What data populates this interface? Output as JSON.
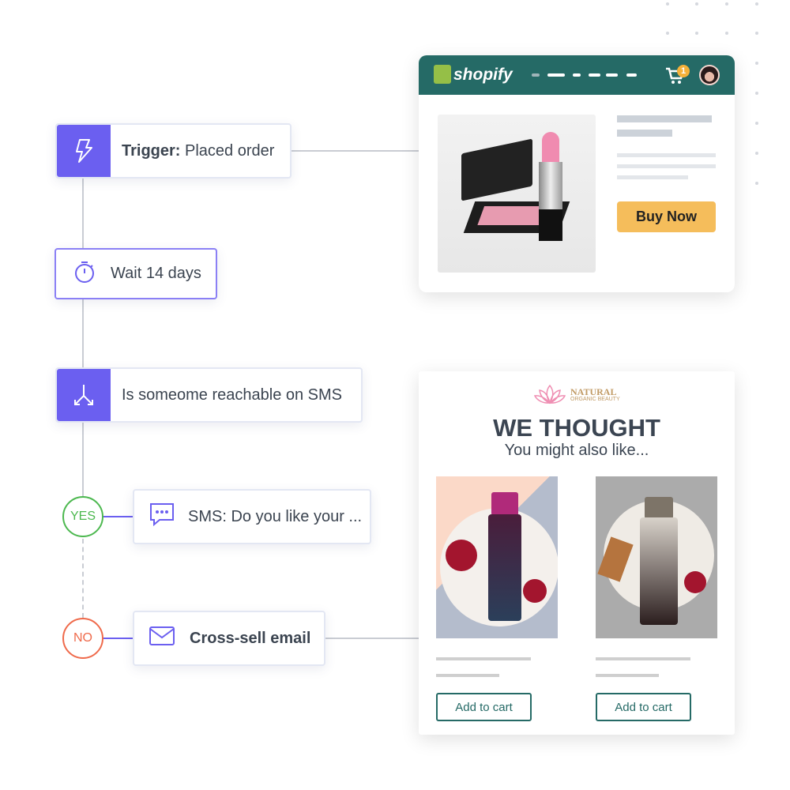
{
  "flow": {
    "trigger": {
      "label": "Trigger:",
      "value": "Placed order"
    },
    "wait": {
      "label": "Wait 14 days"
    },
    "split": {
      "label": "Is someome reachable on SMS"
    },
    "yes": {
      "label": "YES"
    },
    "sms": {
      "label": "SMS: Do you like your ..."
    },
    "no": {
      "label": "NO"
    },
    "email": {
      "label": "Cross-sell email"
    }
  },
  "shopify": {
    "brand": "shopify",
    "cart_count": "1",
    "buy_label": "Buy Now"
  },
  "email_card": {
    "brand_name": "NATURAL",
    "brand_sub": "ORGANIC BEAUTY",
    "headline": "WE THOUGHT",
    "subhead": "You might also like...",
    "products": [
      {
        "cta": "Add to cart"
      },
      {
        "cta": "Add to cart"
      }
    ]
  },
  "colors": {
    "accent": "#6b5ff0",
    "shopify": "#256a66",
    "buy": "#f5bd5b",
    "yes": "#4cb84f",
    "no": "#ef6a4b"
  }
}
